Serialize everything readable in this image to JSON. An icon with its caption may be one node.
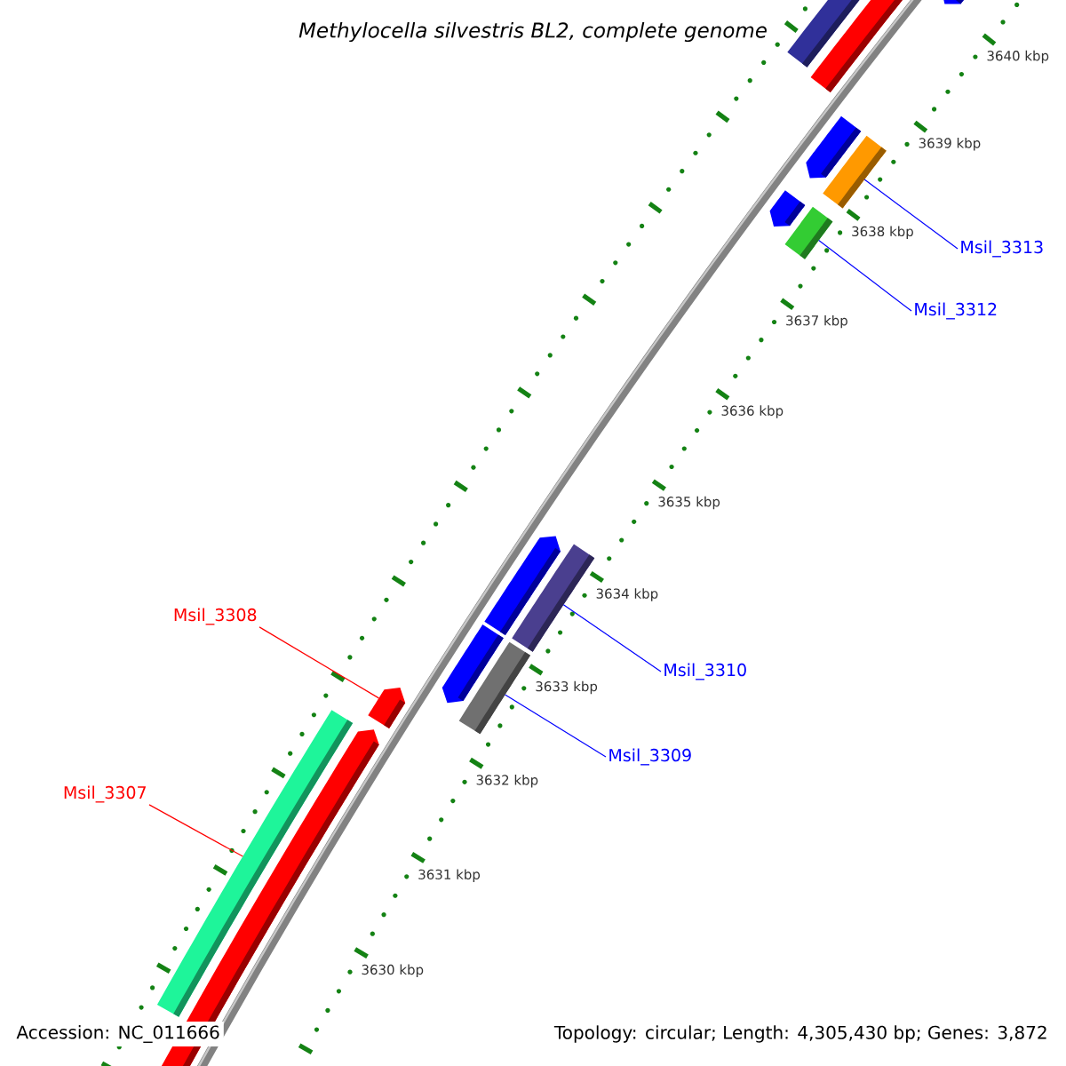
{
  "diagram": {
    "title": "Methylocella silvestris BL2, complete genome",
    "nodes": [
      {
        "text": [
          "Msil_3313"
        ]
      },
      {
        "text": [
          "Msil_3312"
        ]
      },
      {
        "text": [
          "Msil_3308"
        ]
      },
      {
        "text": [
          "Msil_3310"
        ]
      },
      {
        "text": [
          "Msil_3309"
        ]
      },
      {
        "text": [
          "Msil_3307"
        ]
      },
      {
        "text": [],
        "shape": "bar"
      },
      {
        "text": [],
        "shape": "bar"
      },
      {
        "text": [],
        "shape": "bar"
      },
      {
        "text": [],
        "shape": "bar"
      },
      {
        "text": [],
        "shape": "bar"
      },
      {
        "text": [],
        "shape": "bar"
      }
    ],
    "edges": [
      {
        "from": 0,
        "to": 6,
        "arrow": "none"
      },
      {
        "from": 1,
        "to": 7,
        "arrow": "none"
      },
      {
        "from": 2,
        "to": 8,
        "arrow": "none",
        "color": "#ff0000"
      },
      {
        "from": 3,
        "to": 9,
        "arrow": "none"
      },
      {
        "from": 4,
        "to": 10,
        "arrow": "none"
      },
      {
        "from": 5,
        "to": 11,
        "arrow": "none",
        "color": "#ff0000"
      }
    ],
    "labels": [
      "3640 kbp",
      "3639 kbp",
      "3638 kbp",
      "3637 kbp",
      "3636 kbp",
      "3635 kbp",
      "3634 kbp",
      "3633 kbp",
      "3632 kbp",
      "3631 kbp",
      "3630 kbp",
      "Accession: NC_011666",
      "Topology: circular; Length: 4,305,430 bp; Genes: 3,872"
    ]
  }
}
